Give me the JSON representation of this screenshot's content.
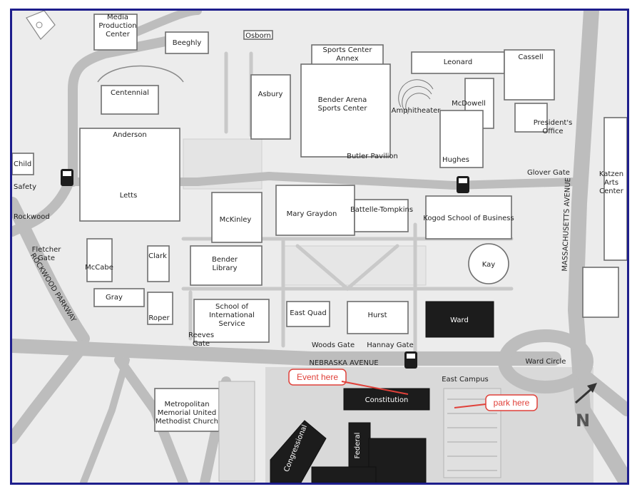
{
  "map": {
    "buildings": {
      "media_production": [
        "Media",
        "Production",
        "Center"
      ],
      "beeghly": "Beeghly",
      "osborn": "Osborn",
      "sports_annex": [
        "Sports Center",
        "Annex"
      ],
      "leonard": "Leonard",
      "cassell": "Cassell",
      "centennial": "Centennial",
      "asbury": "Asbury",
      "bender_arena": [
        "Bender Arena",
        "Sports Center"
      ],
      "amphitheater": "Amphitheater",
      "mcdowell": "McDowell",
      "presidents_office": [
        "President's",
        "Office"
      ],
      "anderson": "Anderson",
      "butler_pavilion": "Butler Pavilion",
      "hughes": "Hughes",
      "child": "Child",
      "safety": "Safety",
      "letts": "Letts",
      "katzen": [
        "Katzen",
        "Arts",
        "Center"
      ],
      "rockwood": "Rockwood",
      "mckinley": "McKinley",
      "mary_graydon": "Mary Graydon",
      "battelle_tompkins": "Battelle-Tompkins",
      "kogod": "Kogod School of Business",
      "clark": "Clark",
      "mccabe": "McCabe",
      "bender_library": [
        "Bender",
        "Library"
      ],
      "kay": "Kay",
      "gray": "Gray",
      "roper": "Roper",
      "sis": [
        "School of",
        "International",
        "Service"
      ],
      "east_quad": "East Quad",
      "hurst": "Hurst",
      "ward": "Ward",
      "ward_circle": "Ward Circle",
      "east_campus": "East Campus",
      "constitution": "Constitution",
      "federal": "Federal",
      "congressional": "Congressional",
      "metropolitan": [
        "Metropolitan",
        "Memorial United",
        "Methodist Church"
      ]
    },
    "gates": {
      "glover": "Glover Gate",
      "fletcher": [
        "Fletcher",
        "Gate"
      ],
      "reeves": [
        "Reeves",
        "Gate"
      ],
      "woods": "Woods Gate",
      "hannay": "Hannay Gate"
    },
    "streets": {
      "rockwood_parkway": "ROCKWOOD PARKWAY",
      "massachusetts": "MASSACHUSETTS AVENUE",
      "nebraska": "NEBRASKA AVENUE"
    },
    "callouts": {
      "event": "Event here",
      "park": "park here"
    },
    "north_label": "N",
    "colors": {
      "frame": "#1e1e8c",
      "callout": "#e0413a",
      "dark_building": "#1c1c1c"
    }
  }
}
